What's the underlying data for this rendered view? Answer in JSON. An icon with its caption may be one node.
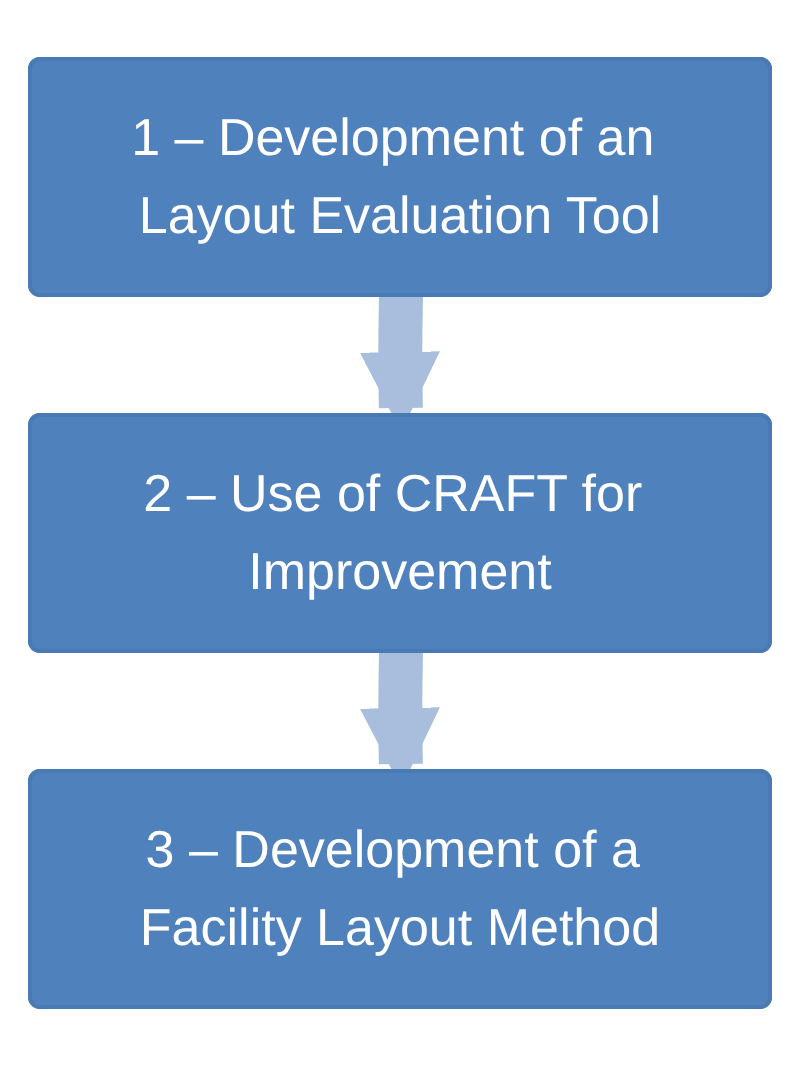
{
  "diagram": {
    "nodes": [
      {
        "text": [
          "1 – Development of an Layout Evaluation Tool"
        ]
      },
      {
        "text": [
          "2 – Use of CRAFT for Improvement"
        ]
      },
      {
        "text": [
          "3 – Development of a Facility Layout Method"
        ]
      }
    ],
    "edges": [
      {
        "from": 0,
        "to": 1,
        "arrow": "to"
      },
      {
        "from": 1,
        "to": 2,
        "arrow": "to"
      }
    ]
  }
}
